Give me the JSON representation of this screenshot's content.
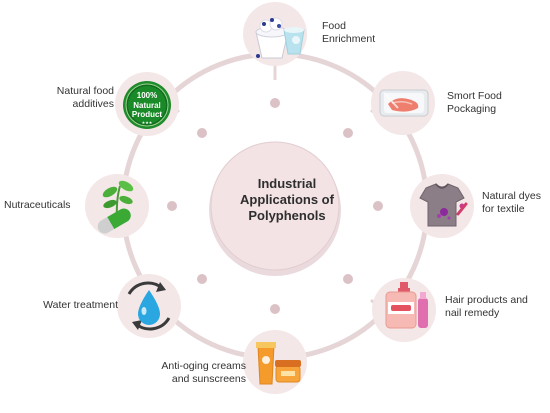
{
  "center": {
    "title": "Industrial Applications of Polyphenols"
  },
  "applications": [
    {
      "id": "food-enrichment",
      "label": "Food Enrichment",
      "icon": "yogurt-cup-icon"
    },
    {
      "id": "smart-food-packaging",
      "label": "Smort Food Pockaging",
      "icon": "packaged-meat-tray-icon"
    },
    {
      "id": "natural-dyes",
      "label": "Natural dyes for textile",
      "icon": "stained-tshirt-icon"
    },
    {
      "id": "hair-products",
      "label": "Hair products and nail remedy",
      "icon": "cosmetic-bottles-icon"
    },
    {
      "id": "anti-aging",
      "label": "Anti-oging creams and sunscreens",
      "icon": "sunscreen-tube-icon"
    },
    {
      "id": "water-treatment",
      "label": "Water treatment",
      "icon": "water-drop-recycle-icon"
    },
    {
      "id": "nutraceuticals",
      "label": "Nutraceuticals",
      "icon": "plant-capsule-icon"
    },
    {
      "id": "natural-food-additives",
      "label": "Natural food additives",
      "icon": "natural-product-badge-icon"
    }
  ],
  "badge": {
    "line1": "100%",
    "line2": "Natural",
    "line3": "Product",
    "stars": "★★★"
  },
  "colors": {
    "ring": "#e6d5d7",
    "ring_node": "#dbc2c6",
    "icon_circle": "#f4e7e8",
    "center_fill": "#f3e3e5",
    "text": "#333333",
    "badge_green": "#1f8b2c"
  }
}
